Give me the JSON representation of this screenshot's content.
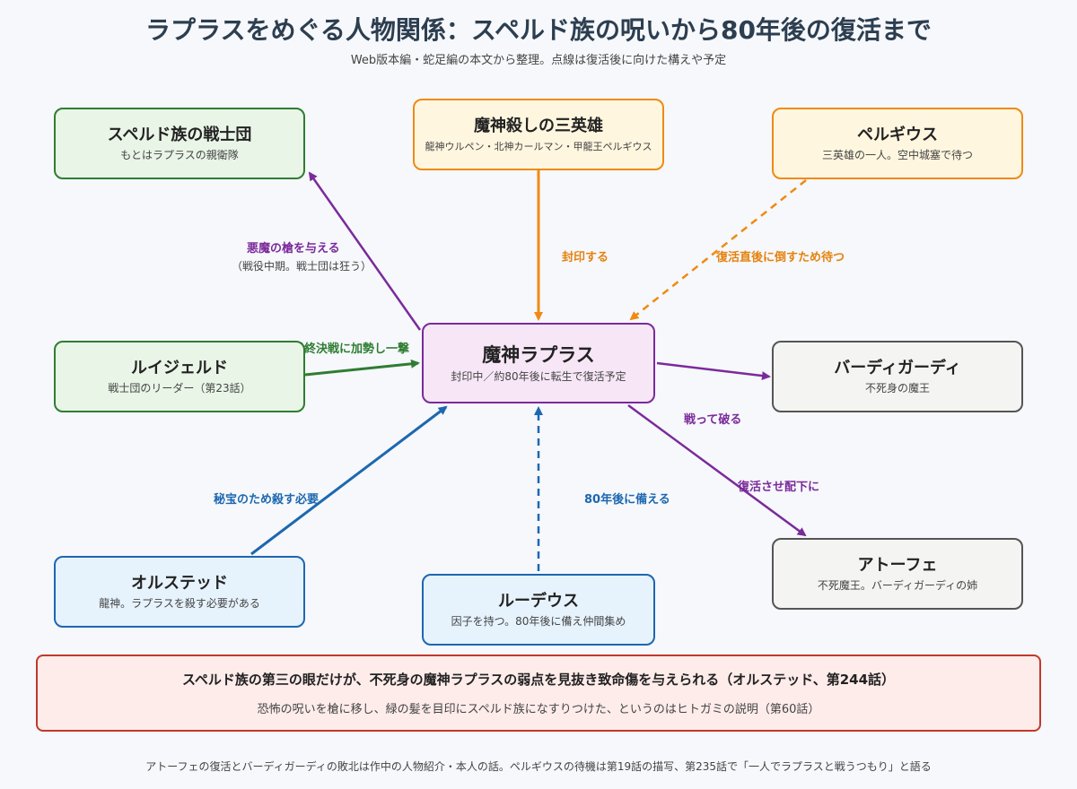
{
  "header": {
    "title": "ラプラスをめぐる人物関係：スペルド族の呪いから80年後の復活まで",
    "subtitle": "Web版本編・蛇足編の本文から整理。点線は復活後に向けた構えや予定"
  },
  "nodes": {
    "superd": {
      "title": "スペルド族の戦士団",
      "sub": "もとはラプラスの親衛隊"
    },
    "heroes": {
      "title": "魔神殺しの三英雄",
      "sub": "龍神ウルペン・北神カールマン・甲龍王ペルギウス"
    },
    "pergius": {
      "title": "ペルギウス",
      "sub": "三英雄の一人。空中城塞で待つ"
    },
    "ruijerd": {
      "title": "ルイジェルド",
      "sub": "戦士団のリーダー（第23話）"
    },
    "laplace": {
      "title": "魔神ラプラス",
      "sub": "封印中／約80年後に転生で復活予定"
    },
    "badigadi": {
      "title": "バーディガーディ",
      "sub": "不死身の魔王"
    },
    "orsted": {
      "title": "オルステッド",
      "sub": "龍神。ラプラスを殺す必要がある"
    },
    "rudeus": {
      "title": "ルーデウス",
      "sub": "因子を持つ。80年後に備え仲間集め"
    },
    "atofe": {
      "title": "アトーフェ",
      "sub": "不死魔王。バーディガーディの姉"
    }
  },
  "edges": {
    "spear": {
      "label": "悪魔の槍を与える",
      "note": "（戦役中期。戦士団は狂う）"
    },
    "seal": {
      "label": "封印する"
    },
    "wait": {
      "label": "復活直後に倒すため待つ"
    },
    "final_battle": {
      "label": "最終決戦に加勢し一撃"
    },
    "defeat": {
      "label": "戦って破る"
    },
    "revive": {
      "label": "復活させ配下に"
    },
    "must_kill": {
      "label": "秘宝のため殺す必要"
    },
    "prepare": {
      "label": "80年後に備える"
    }
  },
  "callout": {
    "title": "スペルド族の第三の眼だけが、不死身の魔神ラプラスの弱点を見抜き致命傷を与えられる（オルステッド、第244話）",
    "sub": "恐怖の呪いを槍に移し、緑の髪を目印にスペルド族になすりつけた、というのはヒトガミの説明（第60話）"
  },
  "footer": "アトーフェの復活とバーディガーディの敗北は作中の人物紹介・本人の話。ペルギウスの待機は第19話の描写、第235話で「一人でラプラスと戦うつもり」と語る",
  "colors": {
    "purple": "#7b2a9b",
    "orange": "#ef8a12",
    "green": "#2e7d32",
    "blue": "#1d67b0",
    "gray": "#555555",
    "red": "#c0392b"
  }
}
